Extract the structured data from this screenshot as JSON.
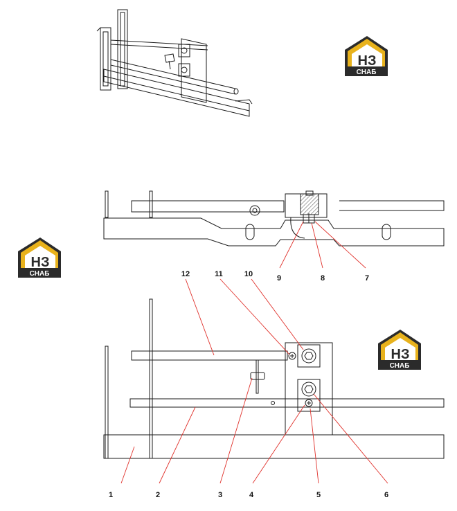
{
  "logo": {
    "mark": "НЗ",
    "caption": "СНАБ",
    "colors": {
      "gold": "#e8b21c",
      "dark": "#2b2b2b",
      "light": "#ffffff"
    }
  },
  "callouts": {
    "c1": "1",
    "c2": "2",
    "c3": "3",
    "c4": "4",
    "c5": "5",
    "c6": "6",
    "c7": "7",
    "c8": "8",
    "c9": "9",
    "c10": "10",
    "c11": "11",
    "c12": "12"
  },
  "colors": {
    "line": "#1a1a1a",
    "leader": "#e0302a",
    "hatch": "#666666"
  }
}
